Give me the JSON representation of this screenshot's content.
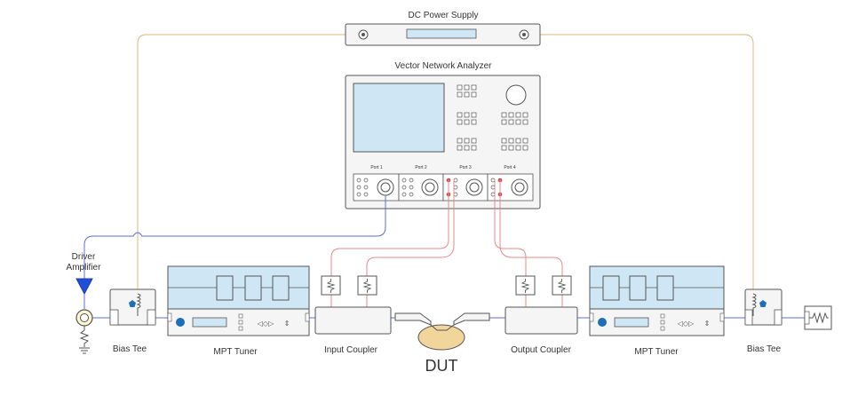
{
  "labels": {
    "dc_power_supply": "DC Power Supply",
    "vna": "Vector Network Analyzer",
    "port1": "Port 1",
    "port2": "Port 2",
    "port3": "Port 3",
    "port4": "Port 4",
    "driver_amplifier_line1": "Driver",
    "driver_amplifier_line2": "Amplifier",
    "bias_tee_left": "Bias Tee",
    "mpt_tuner_left": "MPT Tuner",
    "input_coupler": "Input Coupler",
    "dut": "DUT",
    "output_coupler": "Output Coupler",
    "mpt_tuner_right": "MPT Tuner",
    "bias_tee_right": "Bias Tee"
  },
  "colors": {
    "dc_line": "#d9b87a",
    "rf_line": "#5b6fd6",
    "coupled_line": "#e58a8a",
    "tuner_fill": "#cfe6f5",
    "device_outline": "#555555",
    "panel_fill": "#f5f5f5",
    "screen_fill": "#cfe6f5",
    "dut_fill": "#f2d59a",
    "amplifier_fill": "#1f4fd8",
    "brand_dot": "#1e6fb5"
  },
  "icons": [
    "amplifier-triangle-icon",
    "rf-source-icon",
    "ground-icon",
    "inductor-icon",
    "attenuator-icon",
    "termination-load-icon",
    "brand-dot-icon"
  ]
}
